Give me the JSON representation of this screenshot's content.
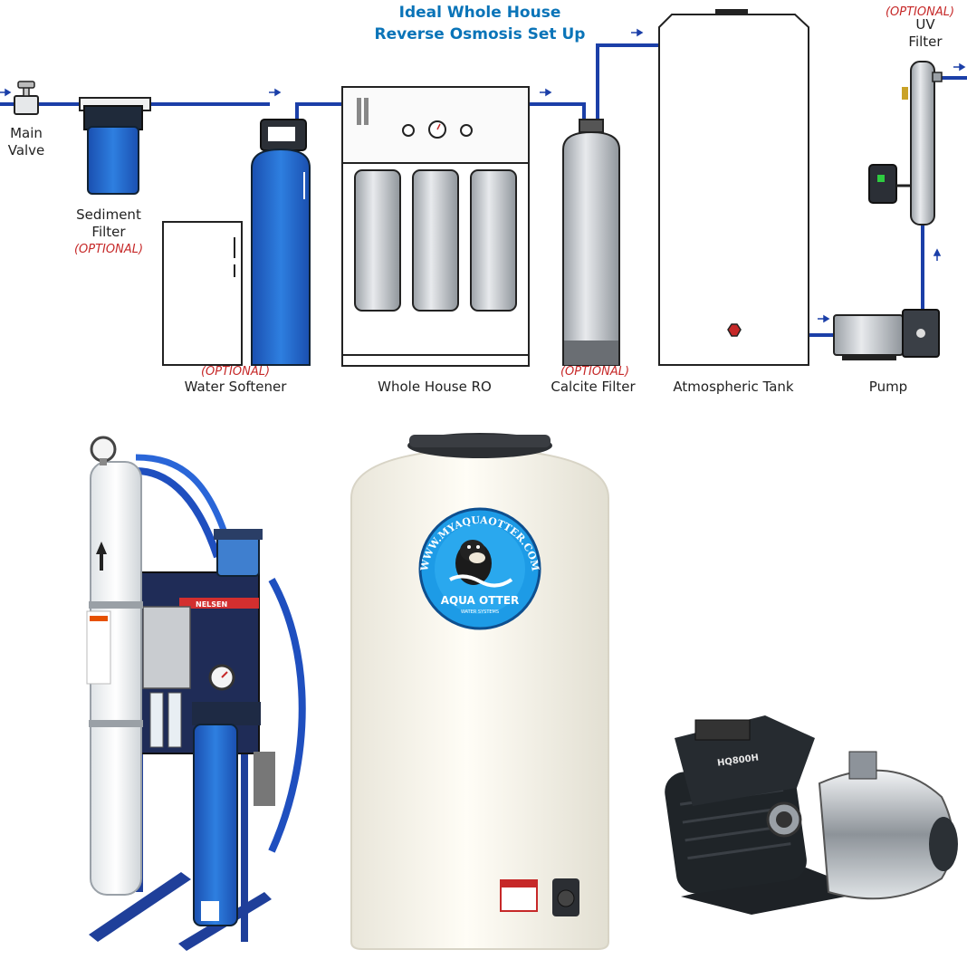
{
  "title_line1": "Ideal Whole House",
  "title_line2": "Reverse Osmosis Set Up",
  "labels": {
    "main_valve_1": "Main",
    "main_valve_2": "Valve",
    "sediment_1": "Sediment",
    "sediment_2": "Filter",
    "water_softener": "Water Softener",
    "whole_house_ro": "Whole House RO",
    "calcite_filter": "Calcite Filter",
    "atmospheric_tank": "Atmospheric Tank",
    "pump": "Pump",
    "uv_1": "UV",
    "uv_2": "Filter"
  },
  "optional": "(OPTIONAL)",
  "logo": {
    "url_text": "WWW.MYAQUAOTTER.COM",
    "brand": "AQUA OTTER",
    "sub": "WATER SYSTEMS"
  },
  "equipment_labels": {
    "ro_brand": "NELSEN",
    "pump_model": "HQ800H"
  },
  "colors": {
    "pipe": "#1b3fa8",
    "title": "#0a74b8",
    "optional": "#c62828",
    "filter_blue": "#1d67c9",
    "frame_blue": "#1f3f9a"
  },
  "icons": [
    "arrow-right-icon",
    "arrow-up-icon",
    "valve-icon",
    "otter-icon"
  ]
}
